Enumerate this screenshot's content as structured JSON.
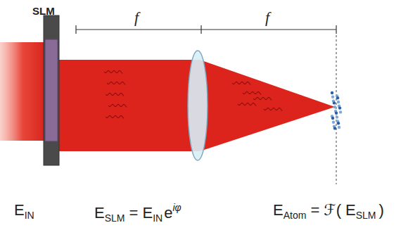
{
  "diagram": {
    "labels": [
      "SLM",
      "f",
      "f",
      "E",
      "IN",
      "E",
      "SLM",
      "= E",
      "IN",
      "e",
      "iφ",
      "E",
      "Atom",
      "= ℱ( E",
      "SLM",
      ")"
    ]
  }
}
